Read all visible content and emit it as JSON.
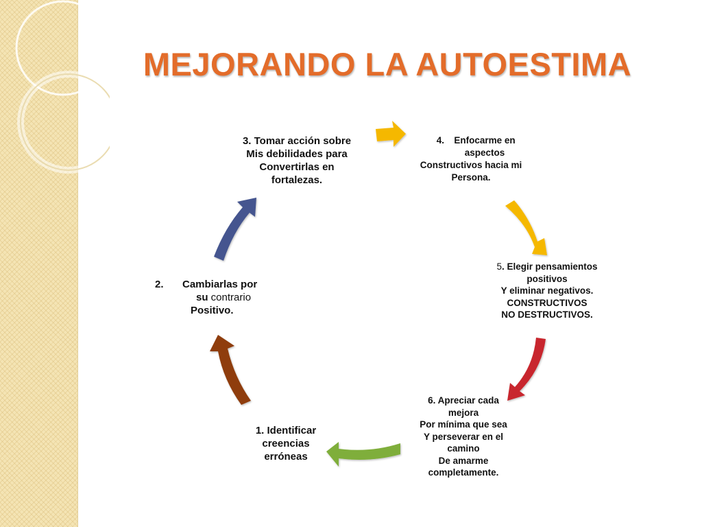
{
  "title": "MEJORANDO LA AUTOESTIMA",
  "colors": {
    "title": "#e36c2a",
    "arrow_top": "#f5b800",
    "arrow_upper_right": "#f5b800",
    "arrow_lower_right": "#c8282d",
    "arrow_bottom": "#7fae3a",
    "arrow_lower_left": "#8f3c0a",
    "arrow_upper_left": "#44558f"
  },
  "steps": {
    "s3": {
      "line1": "3. Tomar acción sobre",
      "line2": "Mis debilidades para",
      "line3": "Convertirlas en",
      "line4": "fortalezas."
    },
    "s4": {
      "num": "4.",
      "line1": "Enfocarme en",
      "line2": "aspectos",
      "line3": "Constructivos hacia mi",
      "line4": "Persona."
    },
    "s5": {
      "num": "5",
      "line1": ". Elegir pensamientos",
      "line2": "positivos",
      "line3": "Y eliminar negativos.",
      "line4": "CONSTRUCTIVOS",
      "line5": "NO DESTRUCTIVOS."
    },
    "s6": {
      "line1": "6. Apreciar cada",
      "line2": "mejora",
      "line3": "Por mínima que sea",
      "line4": "Y perseverar en el",
      "line5": "camino",
      "line6": "De amarme",
      "line7": "completamente."
    },
    "s1": {
      "line1": "1. Identificar",
      "line2": "creencias",
      "line3": "erróneas"
    },
    "s2": {
      "num": "2.",
      "line1": "Cambiarlas por",
      "line2a": "su",
      "line2b": " contrario",
      "line3": "Positivo."
    }
  }
}
